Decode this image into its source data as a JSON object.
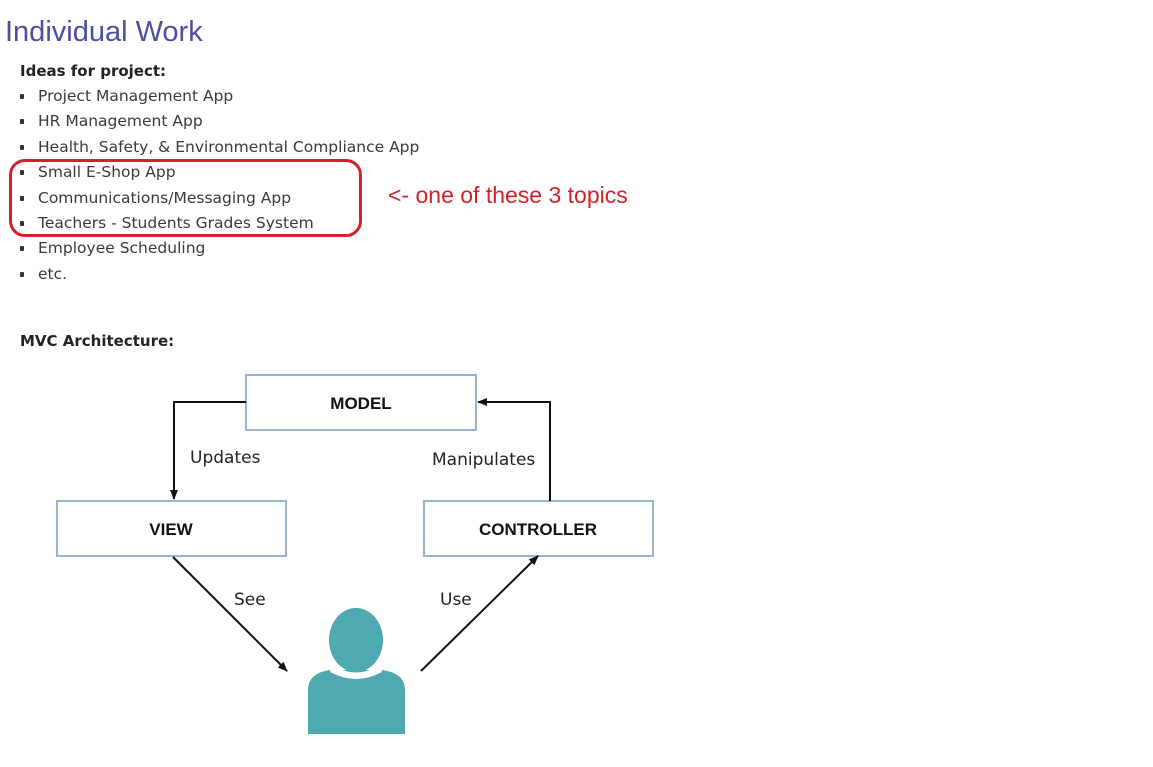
{
  "page": {
    "title": "Individual Work"
  },
  "ideas": {
    "heading": "Ideas for project:",
    "items": [
      "Project Management App",
      "HR Management App",
      "Health, Safety, & Environmental Compliance App",
      "Small E-Shop App",
      "Communications/Messaging App",
      "Teachers - Students Grades System",
      "Employee Scheduling",
      "etc."
    ],
    "annotation": "<- one of these 3 topics",
    "highlight_color": "#d42129"
  },
  "mvc": {
    "heading": "MVC Architecture:",
    "boxes": {
      "model": "MODEL",
      "view": "VIEW",
      "controller": "CONTROLLER"
    },
    "edges": {
      "updates": "Updates",
      "manipulates": "Manipulates",
      "see": "See",
      "use": "Use"
    },
    "box_border_color": "#9ab3d5",
    "user_icon": "user-icon",
    "user_color": "#4fa9b0"
  }
}
